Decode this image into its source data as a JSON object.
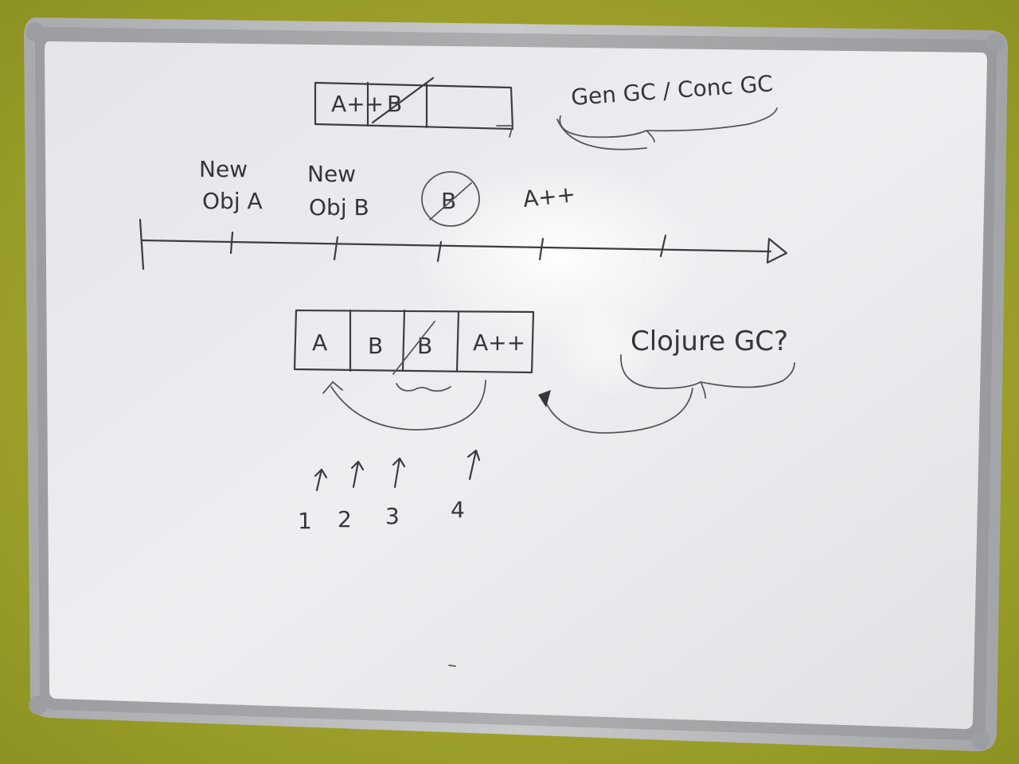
{
  "whiteboard": {
    "top_diagram": {
      "cells": [
        "A++",
        "B",
        ""
      ],
      "note": "Gen GC / Conc GC"
    },
    "timeline": {
      "labels": [
        {
          "line1": "New",
          "line2": "Obj A"
        },
        {
          "line1": "New",
          "line2": "Obj B"
        },
        {
          "line1": "",
          "line2": "B"
        },
        {
          "line1": "",
          "line2": "A++"
        }
      ]
    },
    "bottom_diagram": {
      "cells": [
        "A",
        "B",
        "B",
        "A++"
      ],
      "note": "Clojure GC?",
      "pointers": [
        "1",
        "2",
        "3",
        "4"
      ]
    }
  },
  "colors": {
    "wall": "#9ea22c",
    "board": "#e9ebee",
    "frame": "#b8b9bc",
    "ink": "#3c3d40"
  }
}
